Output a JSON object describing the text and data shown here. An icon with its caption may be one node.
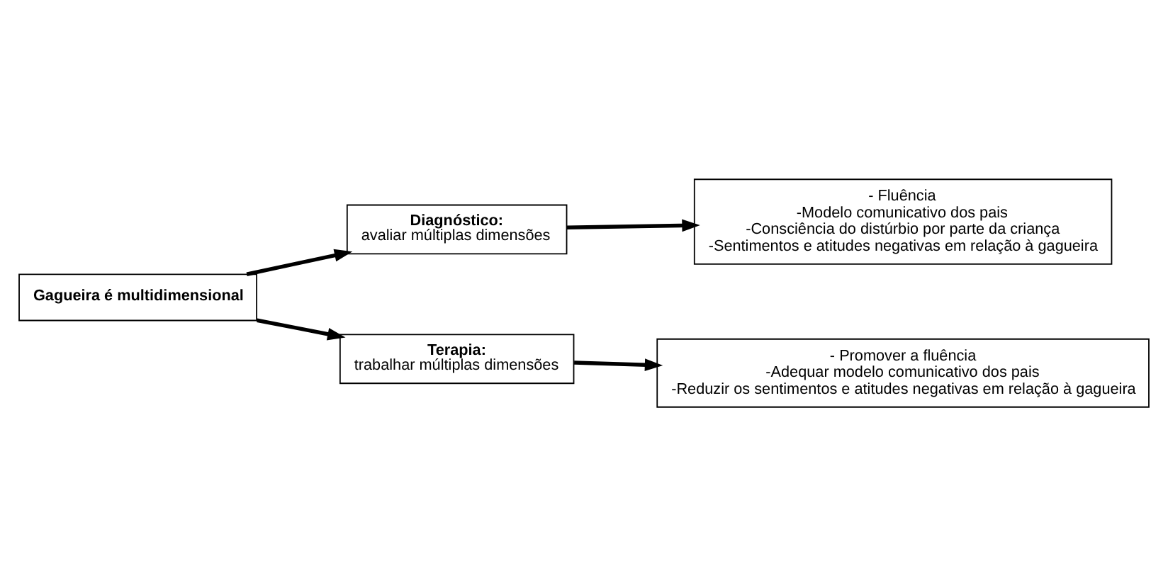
{
  "diagram": {
    "nodes": [
      {
        "text": [
          "Gagueira é multidimensional"
        ]
      },
      {
        "text": [
          "Diagnóstico:",
          "avaliar múltiplas dimensões"
        ]
      },
      {
        "text": [
          "- Fluência",
          "-Modelo comunicativo dos pais",
          "-Consciência do distúrbio por parte da criança",
          "-Sentimentos e atitudes negativas em relação à gagueira"
        ]
      },
      {
        "text": [
          "Terapia:",
          "trabalhar múltiplas dimensões"
        ]
      },
      {
        "text": [
          "- Promover a fluência",
          "-Adequar modelo comunicativo dos pais",
          "-Reduzir os sentimentos e atitudes negativas em relação à gagueira"
        ]
      }
    ],
    "edges": [
      {
        "from": 0,
        "to": 1,
        "arrow": "to"
      },
      {
        "from": 1,
        "to": 2,
        "arrow": "to"
      },
      {
        "from": 0,
        "to": 3,
        "arrow": "to"
      },
      {
        "from": 3,
        "to": 4,
        "arrow": "to"
      }
    ]
  }
}
